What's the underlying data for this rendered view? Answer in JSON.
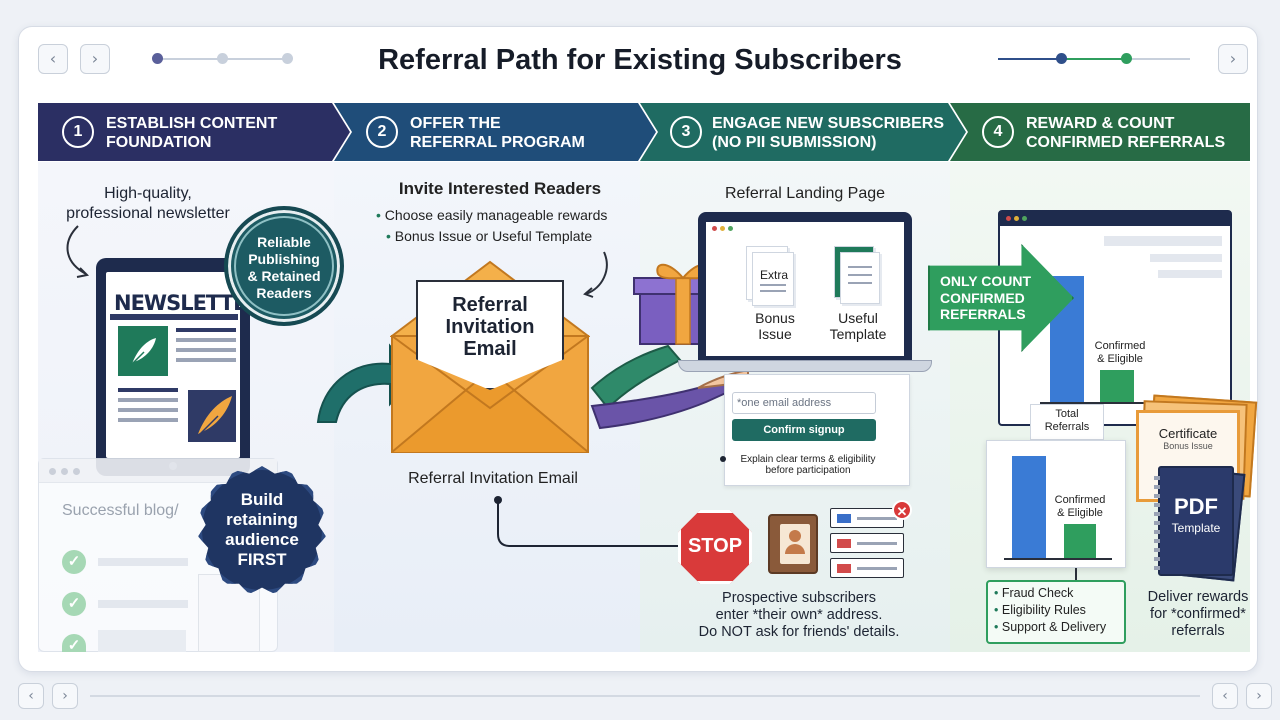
{
  "title": "Referral Path for Existing Subscribers",
  "nav": {
    "prev_icon": "chevron-left-icon",
    "next_icon": "chevron-right-icon",
    "prev": "‹",
    "next": "›"
  },
  "steps": [
    {
      "num": "1",
      "label": "ESTABLISH CONTENT\nFOUNDATION",
      "color": "#2b2f63"
    },
    {
      "num": "2",
      "label": "OFFER THE\nREFERRAL PROGRAM",
      "color": "#1f4d79"
    },
    {
      "num": "3",
      "label": "ENGAGE NEW SUBSCRIBERS\n(NO PII SUBMISSION)",
      "color": "#1f6b62"
    },
    {
      "num": "4",
      "label": "REWARD & COUNT\nCONFIRMED REFERRALS",
      "color": "#276b45"
    }
  ],
  "panel1": {
    "caption": "High-quality,\nprofessional newsletter",
    "newsletter_label": "NEWSLETTER",
    "seal_text": "Reliable\nPublishing\n& Retained\nReaders",
    "blog_label": "Successful blog/",
    "badge_text": "Build\nretaining\naudience\nFIRST"
  },
  "panel2": {
    "heading": "Invite Interested Readers",
    "bullets": [
      "Choose easily manageable rewards",
      "Bonus Issue or Useful Template"
    ],
    "envelope_card": "Referral\nInvitation\nEmail",
    "caption": "Referral Invitation Email"
  },
  "panel3": {
    "heading": "Referral Landing Page",
    "reward_a_tag": "Extra",
    "reward_a": "Bonus\nIssue",
    "reward_b": "Useful\nTemplate",
    "email_placeholder": "*one email address",
    "signup_button": "Confirm signup",
    "terms_note": "Explain clear terms & eligibility\nbefore participation",
    "stop_label": "STOP",
    "footer": "Prospective subscribers\nenter *their own* address.\nDo NOT ask for friends' details."
  },
  "panel4": {
    "arrow_text": "ONLY COUNT\nCONFIRMED\nREFERRALS",
    "chart_top_label": "Confirmed\n& Eligible",
    "total_label": "Total\nReferrals",
    "chart_bottom_label": "Confirmed\n& Eligible",
    "checks": [
      "Fraud Check",
      "Eligibility Rules",
      "Support & Delivery"
    ],
    "certificate_title": "Certificate",
    "certificate_sub": "Bonus Issue",
    "pdf_title": "PDF",
    "pdf_sub": "Template",
    "footer": "Deliver rewards\nfor *confirmed*\nreferrals"
  },
  "colors": {
    "accent_green": "#2f9e5e",
    "accent_blue": "#3a7bd5",
    "stop_red": "#d93a3a",
    "envelope": "#f1a640"
  }
}
